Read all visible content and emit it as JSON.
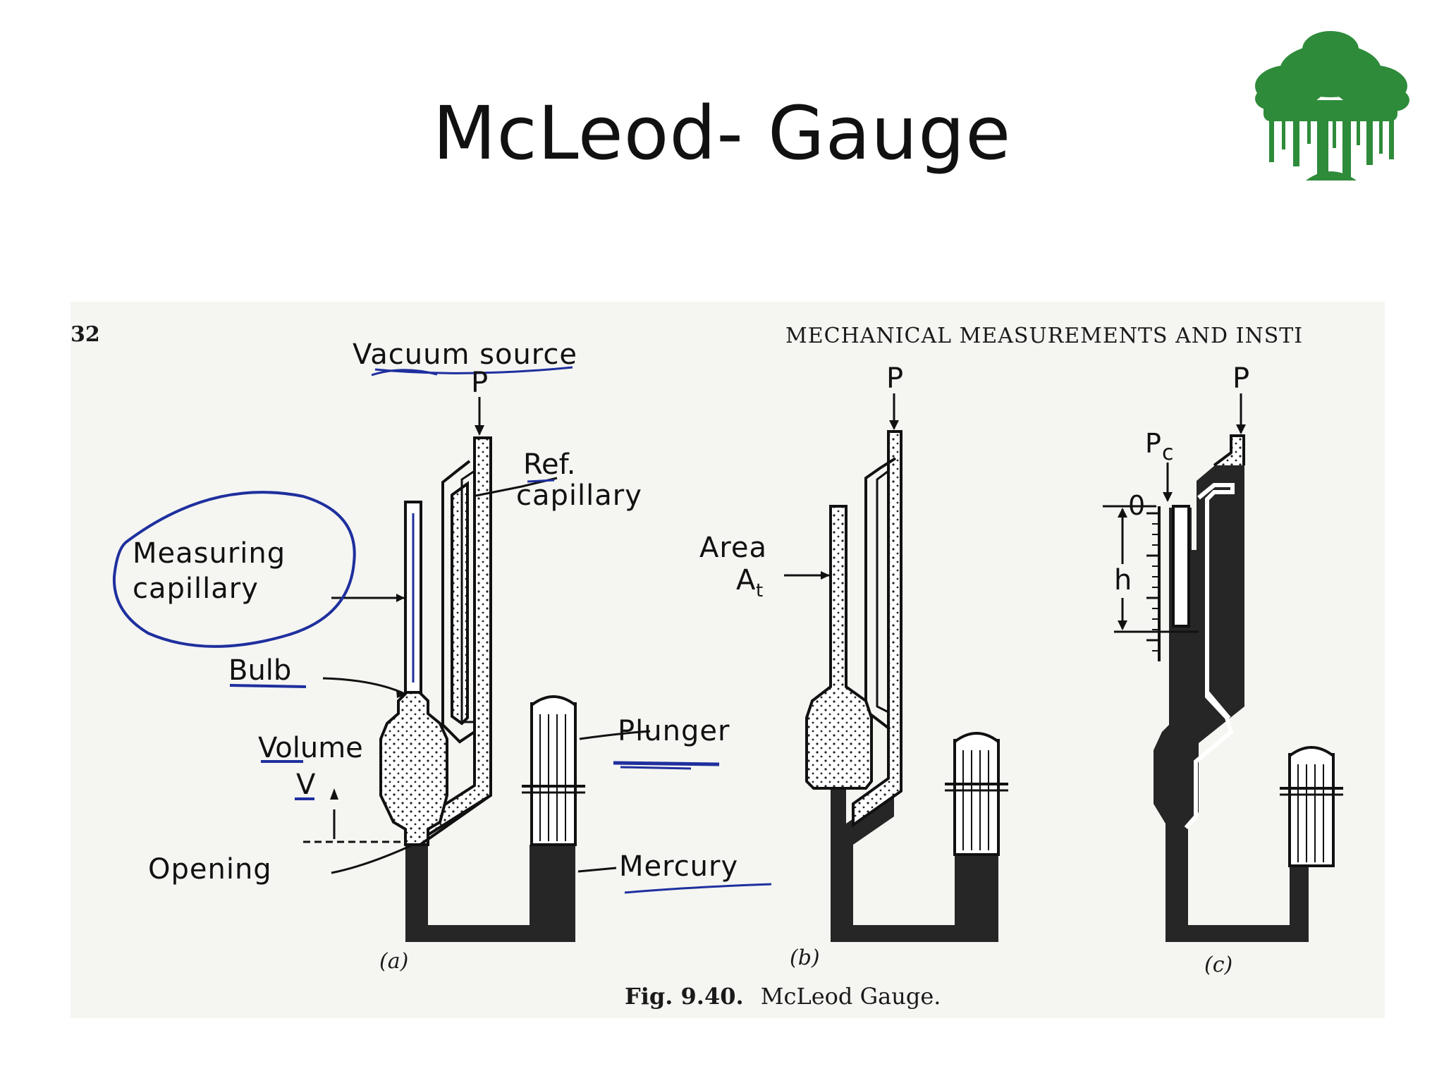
{
  "slide": {
    "title": "McLeod- Gauge"
  },
  "logo": {
    "icon": "banyan-tree-logo-icon",
    "color": "#2e8b3a"
  },
  "figure": {
    "page_number": "32",
    "running_header": "MECHANICAL MEASUREMENTS AND INSTI",
    "caption_label": "Fig. 9.40.",
    "caption_text": "McLeod Gauge.",
    "panel_a": {
      "label": "(a)",
      "pressure": "P",
      "vacuum_source": "Vacuum source",
      "ref_capillary_1": "Ref.",
      "ref_capillary_2": "capillary",
      "measuring_capillary_1": "Measuring",
      "measuring_capillary_2": "capillary",
      "bulb": "Bulb",
      "volume": "Volume",
      "volume_symbol": "V",
      "opening": "Opening",
      "plunger": "Plunger",
      "mercury": "Mercury"
    },
    "panel_b": {
      "label": "(b)",
      "pressure": "P",
      "area_1": "Area",
      "area_2": "A",
      "area_sub": "t"
    },
    "panel_c": {
      "label": "(c)",
      "pressure": "P",
      "pc": "P",
      "pc_sub": "c",
      "zero": "0",
      "h": "h"
    }
  },
  "colors": {
    "ink": "#141414",
    "mercury": "#262626",
    "annotation_blue": "#1e2f9e",
    "paper": "#f5f5f2",
    "logo_green": "#2e8b3a"
  }
}
